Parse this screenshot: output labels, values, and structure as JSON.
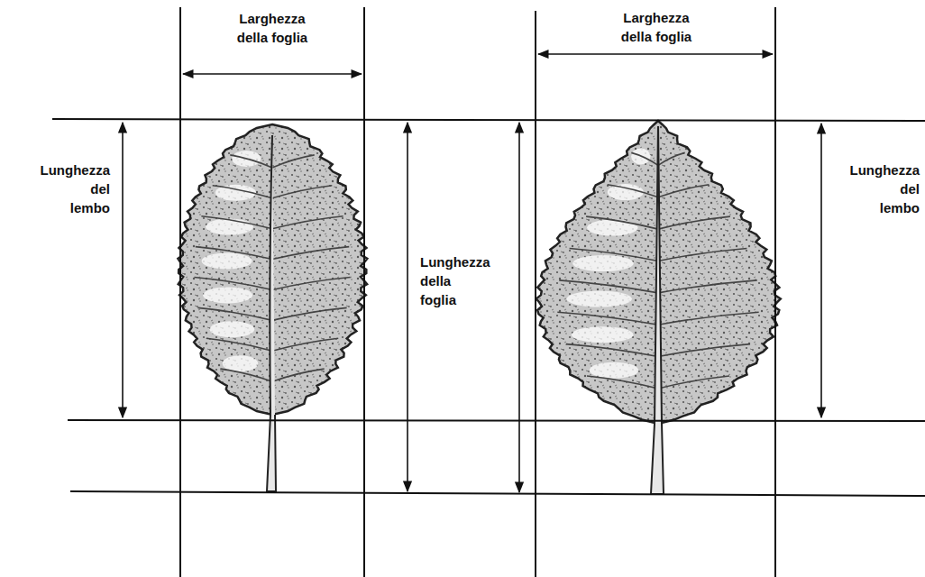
{
  "diagram": {
    "labels": [
      "Larghezza della foglia",
      "Larghezza della foglia",
      "Lunghezza del lembo",
      "Lunghezza della foglia",
      "Lunghezza del lembo"
    ]
  }
}
